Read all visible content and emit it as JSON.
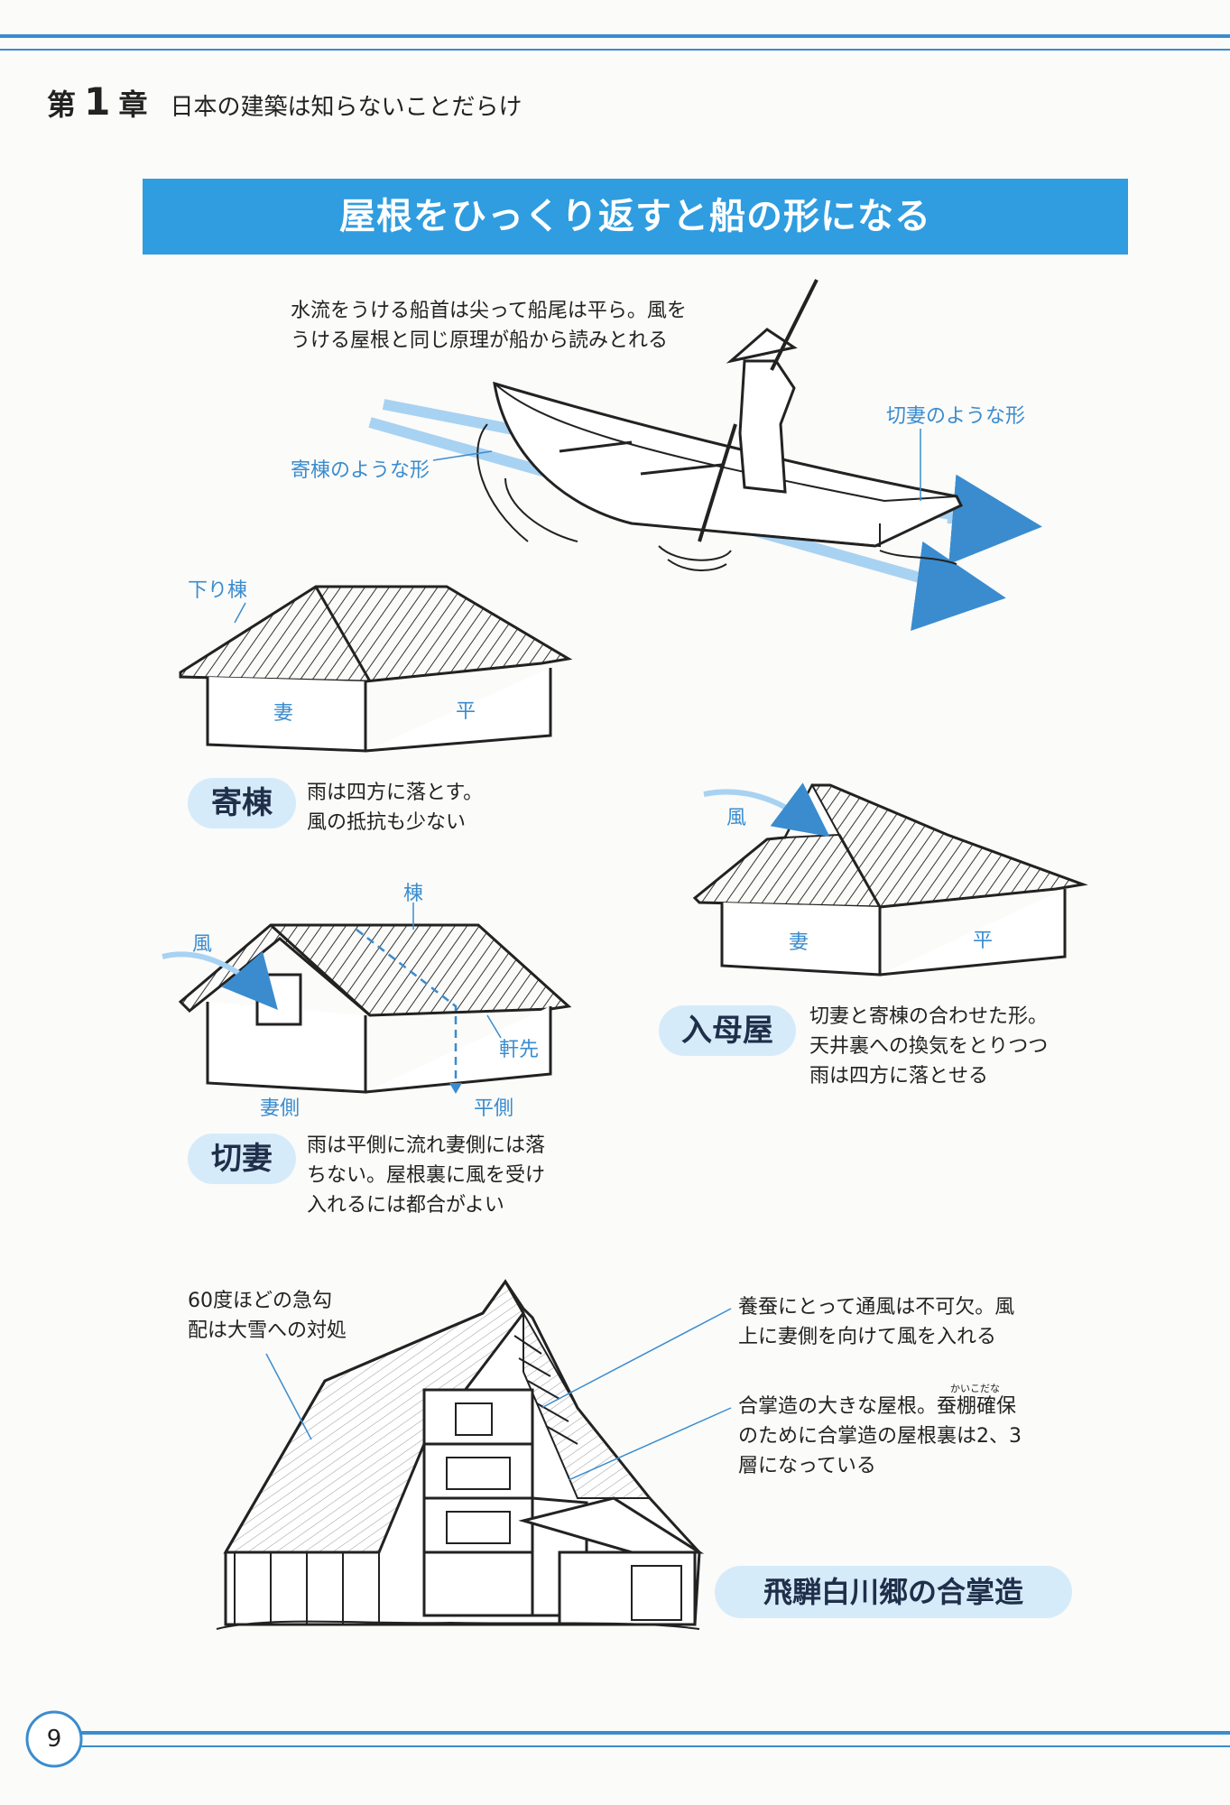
{
  "header": {
    "chapter_prefix": "第",
    "chapter_number": "1",
    "chapter_suffix": "章",
    "chapter_title": "日本の建築は知らないことだらけ"
  },
  "section": {
    "title": "屋根をひっくり返すと船の形になる"
  },
  "boat": {
    "caption_line1": "水流をうける船首は尖って船尾は平ら。風を",
    "caption_line2": "うける屋根と同じ原理が船から読みとれる",
    "label_hip_like": "寄棟のような形",
    "label_gable_like": "切妻のような形"
  },
  "yosemune": {
    "label_ridge": "下り棟",
    "label_tsuma": "妻",
    "label_hira": "平",
    "name": "寄棟",
    "desc_line1": "雨は四方に落とす。",
    "desc_line2": "風の抵抗も少ない"
  },
  "irimoya": {
    "label_wind": "風",
    "label_tsuma": "妻",
    "label_hira": "平",
    "name": "入母屋",
    "desc_line1": "切妻と寄棟の合わせた形。",
    "desc_line2": "天井裏への換気をとりつつ",
    "desc_line3": "雨は四方に落とせる"
  },
  "kirizuma": {
    "label_ridge": "棟",
    "label_wind": "風",
    "label_eave": "軒先",
    "label_tsuma_side": "妻側",
    "label_hira_side": "平側",
    "name": "切妻",
    "desc_line1": "雨は平側に流れ妻側には落",
    "desc_line2": "ちない。屋根裏に風を受け",
    "desc_line3": "入れるには都合がよい"
  },
  "gassho": {
    "caption_left_line1": "60度ほどの急勾",
    "caption_left_line2": "配は大雪への対処",
    "caption_right1_line1": "養蚕にとって通風は不可欠。風",
    "caption_right1_line2": "上に妻側を向けて風を入れる",
    "caption_right2_line1": "合掌造の大きな屋根。蚕棚確保",
    "caption_right2_line2": "のために合掌造の屋根裏は2、3",
    "caption_right2_line3": "層になっている",
    "ruby": "かいこだな",
    "name": "飛騨白川郷の合掌造"
  },
  "footer": {
    "page_number": "9"
  }
}
